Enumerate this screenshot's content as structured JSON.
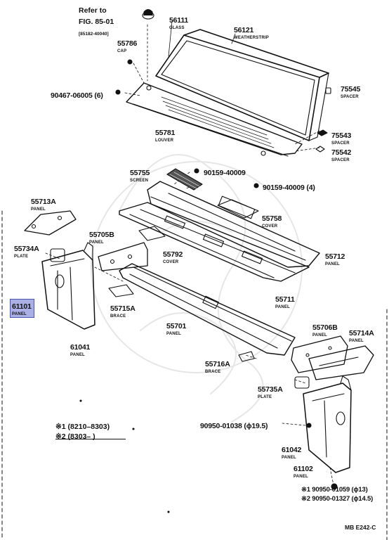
{
  "refer": {
    "line1": "Refer to",
    "line2": "FIG. 85-01",
    "line3": "[85182-40040]"
  },
  "parts": [
    {
      "id": "p56111",
      "num": "56111",
      "name": "GLASS"
    },
    {
      "id": "p56121",
      "num": "56121",
      "name": "WEATHERSTRIP"
    },
    {
      "id": "p55786",
      "num": "55786",
      "name": "CAP"
    },
    {
      "id": "p75545",
      "num": "75545",
      "name": "SPACER"
    },
    {
      "id": "p90467",
      "num": "90467-06005 (6)",
      "name": ""
    },
    {
      "id": "p55781",
      "num": "55781",
      "name": "LOUVER"
    },
    {
      "id": "p75543",
      "num": "75543",
      "name": "SPACER"
    },
    {
      "id": "p75542",
      "num": "75542",
      "name": "SPACER"
    },
    {
      "id": "p55755",
      "num": "55755",
      "name": "SCREEN"
    },
    {
      "id": "p90159a",
      "num": "90159-40009",
      "name": ""
    },
    {
      "id": "p90159b",
      "num": "90159-40009 (4)",
      "name": ""
    },
    {
      "id": "p55713A",
      "num": "55713A",
      "name": "PANEL"
    },
    {
      "id": "p55758",
      "num": "55758",
      "name": "COVER"
    },
    {
      "id": "p55705B",
      "num": "55705B",
      "name": "PANEL"
    },
    {
      "id": "p55734A",
      "num": "55734A",
      "name": "PLATE"
    },
    {
      "id": "p55792",
      "num": "55792",
      "name": "COVER"
    },
    {
      "id": "p55712",
      "num": "55712",
      "name": "PANEL"
    },
    {
      "id": "p55711",
      "num": "55711",
      "name": "PANEL"
    },
    {
      "id": "p61101",
      "num": "61101",
      "name": "PANEL"
    },
    {
      "id": "p55715A",
      "num": "55715A",
      "name": "BRACE"
    },
    {
      "id": "p55701",
      "num": "55701",
      "name": "PANEL"
    },
    {
      "id": "p55706B",
      "num": "55706B",
      "name": "PANEL"
    },
    {
      "id": "p55714A",
      "num": "55714A",
      "name": "PANEL"
    },
    {
      "id": "p61041",
      "num": "61041",
      "name": "PANEL"
    },
    {
      "id": "p55716A",
      "num": "55716A",
      "name": "BRACE"
    },
    {
      "id": "p55735A",
      "num": "55735A",
      "name": "PLATE"
    },
    {
      "id": "p90950a",
      "num": "90950-01038 (ϕ19.5)",
      "name": ""
    },
    {
      "id": "p61042",
      "num": "61042",
      "name": "PANEL"
    },
    {
      "id": "p61102",
      "num": "61102",
      "name": "PANEL"
    },
    {
      "id": "p90950b",
      "num": "※1 90950-01059 (ϕ13)",
      "name": ""
    },
    {
      "id": "p90950c",
      "num": "※2 90950-01327 (ϕ14.5)",
      "name": ""
    }
  ],
  "notes": {
    "n1": "※1 (8210–8303)",
    "n2": "※2 (8303–        )"
  },
  "code": "MB E242-C",
  "colors": {
    "highlight_fill": "#aab0e6",
    "highlight_border": "#4a55b8",
    "ink": "#111111"
  }
}
